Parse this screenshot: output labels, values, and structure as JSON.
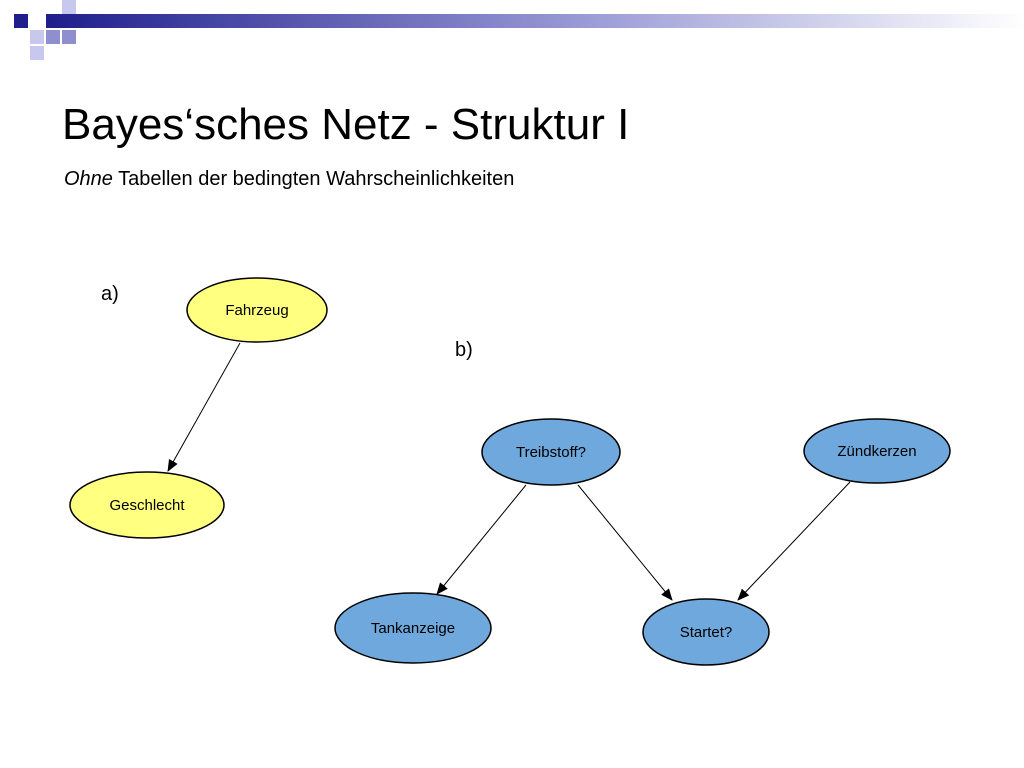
{
  "slide": {
    "title": "Bayes‘sches Netz - Struktur I",
    "subtitle_emphasis": "Ohne",
    "subtitle_rest": "Tabellen der bedingten Wahrscheinlichkeiten"
  },
  "diagram_a": {
    "label": "a)",
    "node_color": "#ffff80",
    "nodes": {
      "fahrzeug": "Fahrzeug",
      "geschlecht": "Geschlecht"
    }
  },
  "diagram_b": {
    "label": "b)",
    "node_color": "#6fa8dc",
    "nodes": {
      "treibstoff": "Treibstoff?",
      "zuendkerzen": "Zündkerzen",
      "tankanzeige": "Tankanzeige",
      "startet": "Startet?"
    }
  },
  "theme": {
    "deco_dark": "#1e1e8c",
    "deco_mid": "#8f8fd0",
    "deco_light": "#c8c8ee"
  }
}
